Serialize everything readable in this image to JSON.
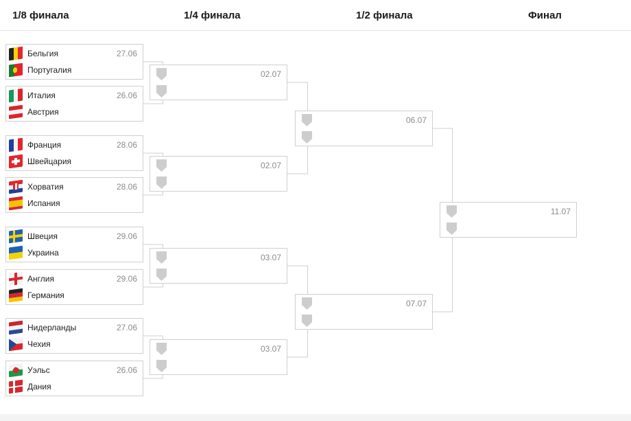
{
  "rounds": [
    "1/8 финала",
    "1/4 финала",
    "1/2 финала",
    "Финал"
  ],
  "round_of_16": [
    {
      "date": "27.06",
      "home": "Бельгия",
      "away": "Португалия",
      "home_flag": "belgium-flag-icon",
      "away_flag": "portugal-flag-icon"
    },
    {
      "date": "26.06",
      "home": "Италия",
      "away": "Австрия",
      "home_flag": "italy-flag-icon",
      "away_flag": "austria-flag-icon"
    },
    {
      "date": "28.06",
      "home": "Франция",
      "away": "Швейцария",
      "home_flag": "france-flag-icon",
      "away_flag": "switzerland-flag-icon"
    },
    {
      "date": "28.06",
      "home": "Хорватия",
      "away": "Испания",
      "home_flag": "croatia-flag-icon",
      "away_flag": "spain-flag-icon"
    },
    {
      "date": "29.06",
      "home": "Швеция",
      "away": "Украина",
      "home_flag": "sweden-flag-icon",
      "away_flag": "ukraine-flag-icon"
    },
    {
      "date": "29.06",
      "home": "Англия",
      "away": "Германия",
      "home_flag": "england-flag-icon",
      "away_flag": "germany-flag-icon"
    },
    {
      "date": "27.06",
      "home": "Нидерланды",
      "away": "Чехия",
      "home_flag": "netherlands-flag-icon",
      "away_flag": "czech-flag-icon"
    },
    {
      "date": "26.06",
      "home": "Уэльс",
      "away": "Дания",
      "home_flag": "wales-flag-icon",
      "away_flag": "denmark-flag-icon"
    }
  ],
  "quarterfinals": [
    {
      "date": "02.07"
    },
    {
      "date": "02.07"
    },
    {
      "date": "03.07"
    },
    {
      "date": "03.07"
    }
  ],
  "semifinals": [
    {
      "date": "06.07"
    },
    {
      "date": "07.07"
    }
  ],
  "final": {
    "date": "11.07"
  },
  "colors": {
    "border": "#cfcfcf",
    "connector": "#cfcfcf",
    "placeholder": "#cdcdcd",
    "date": "#8a8a8a"
  }
}
